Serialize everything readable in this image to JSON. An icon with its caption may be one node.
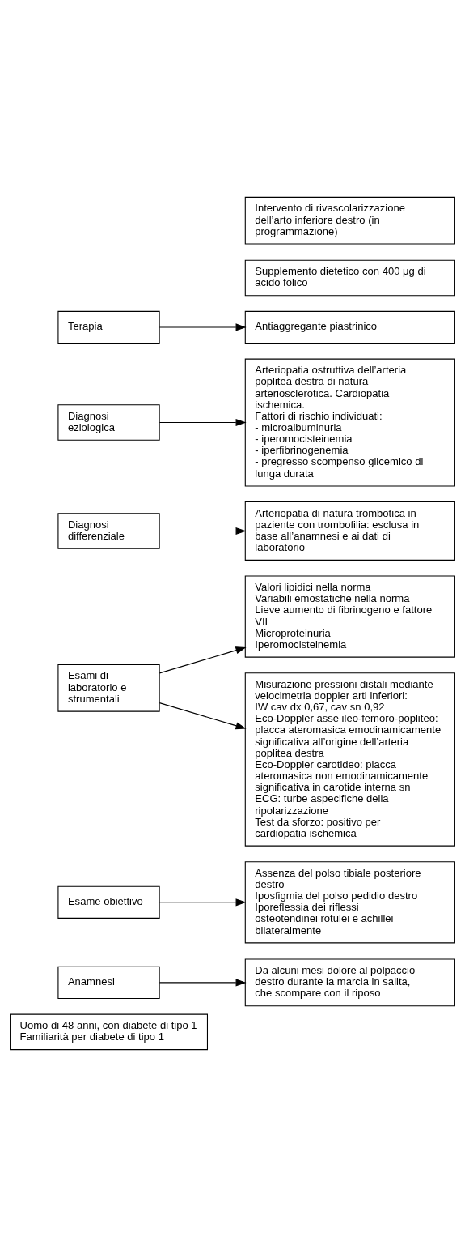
{
  "diagram": {
    "nodes": [
      {
        "text": [
          "Uomo di 48 anni, con diabete di tipo 1",
          "Familiarità per diabete di tipo 1"
        ]
      },
      {
        "text": [
          "Anamnesi"
        ]
      },
      {
        "text": [
          "Da alcuni mesi dolore al polpaccio destro durante la marcia in salita, che scompare con il riposo"
        ]
      },
      {
        "text": [
          "Esame obiettivo"
        ]
      },
      {
        "text": [
          "Assenza del polso tibiale posteriore destro",
          "Iposfigmia del polso pedidio destro",
          "Iporeflessia dei riflessi osteotendinei rotulei e achillei bilateralmente"
        ]
      },
      {
        "text": [
          "Esami di laboratorio e strumentali"
        ]
      },
      {
        "text": [
          "Valori lipidici nella norma",
          "Variabili emostatiche nella norma",
          "Lieve aumento di fibrinogeno e fattore VII",
          "Microproteinuria",
          "Iperomocisteinemia"
        ]
      },
      {
        "text": [
          "Misurazione pressioni distali mediante velocimetria doppler arti inferiori: IW cav dx 0,67, cav sn 0,92",
          "Eco-Doppler asse ileo-femoro-popliteo: placca ateromasica emodinamicamente significativa all’origine dell’arteria poplitea destra",
          "Eco-Doppler carotideo: placca ateromasica non emodinamicamente significativa in carotide interna sn",
          "ECG: turbe aspecifiche della ripolarizzazione",
          "Test da sforzo: positivo per cardiopatia ischemica"
        ]
      },
      {
        "text": [
          "Diagnosi differenziale"
        ]
      },
      {
        "text": [
          "Arteriopatia di natura trombotica in paziente con trombofilia: esclusa in base all’anamnesi e ai dati di laboratorio"
        ]
      },
      {
        "text": [
          "Diagnosi eziologica"
        ]
      },
      {
        "text": [
          "Arteriopatia ostruttiva dell’arteria poplitea destra di natura arteriosclerotica. Cardiopatia ischemica.",
          "Fattori di rischio individuati:",
          "- microalbuminuria",
          "- iperomocisteinemia",
          "- iperfibrinogenemia",
          "- pregresso scompenso glicemico di lunga durata"
        ]
      },
      {
        "text": [
          "Terapia"
        ]
      },
      {
        "text": [
          "Supplemento dietetico con 400 μg di acido folico"
        ]
      },
      {
        "text": [
          "Antiaggregante piastrinico"
        ]
      },
      {
        "text": [
          "Intervento di rivascolarizzazione dell’arto inferiore destro (in programmazione)"
        ]
      }
    ],
    "edges": [
      {
        "from": 1,
        "to": 2,
        "arrow": "to"
      },
      {
        "from": 3,
        "to": 4,
        "arrow": "to"
      },
      {
        "from": 5,
        "to": 6,
        "arrow": "to"
      },
      {
        "from": 5,
        "to": 7,
        "arrow": "to"
      },
      {
        "from": 8,
        "to": 9,
        "arrow": "to"
      },
      {
        "from": 10,
        "to": 11,
        "arrow": "to"
      },
      {
        "from": 12,
        "to": 14,
        "arrow": "to"
      }
    ]
  }
}
